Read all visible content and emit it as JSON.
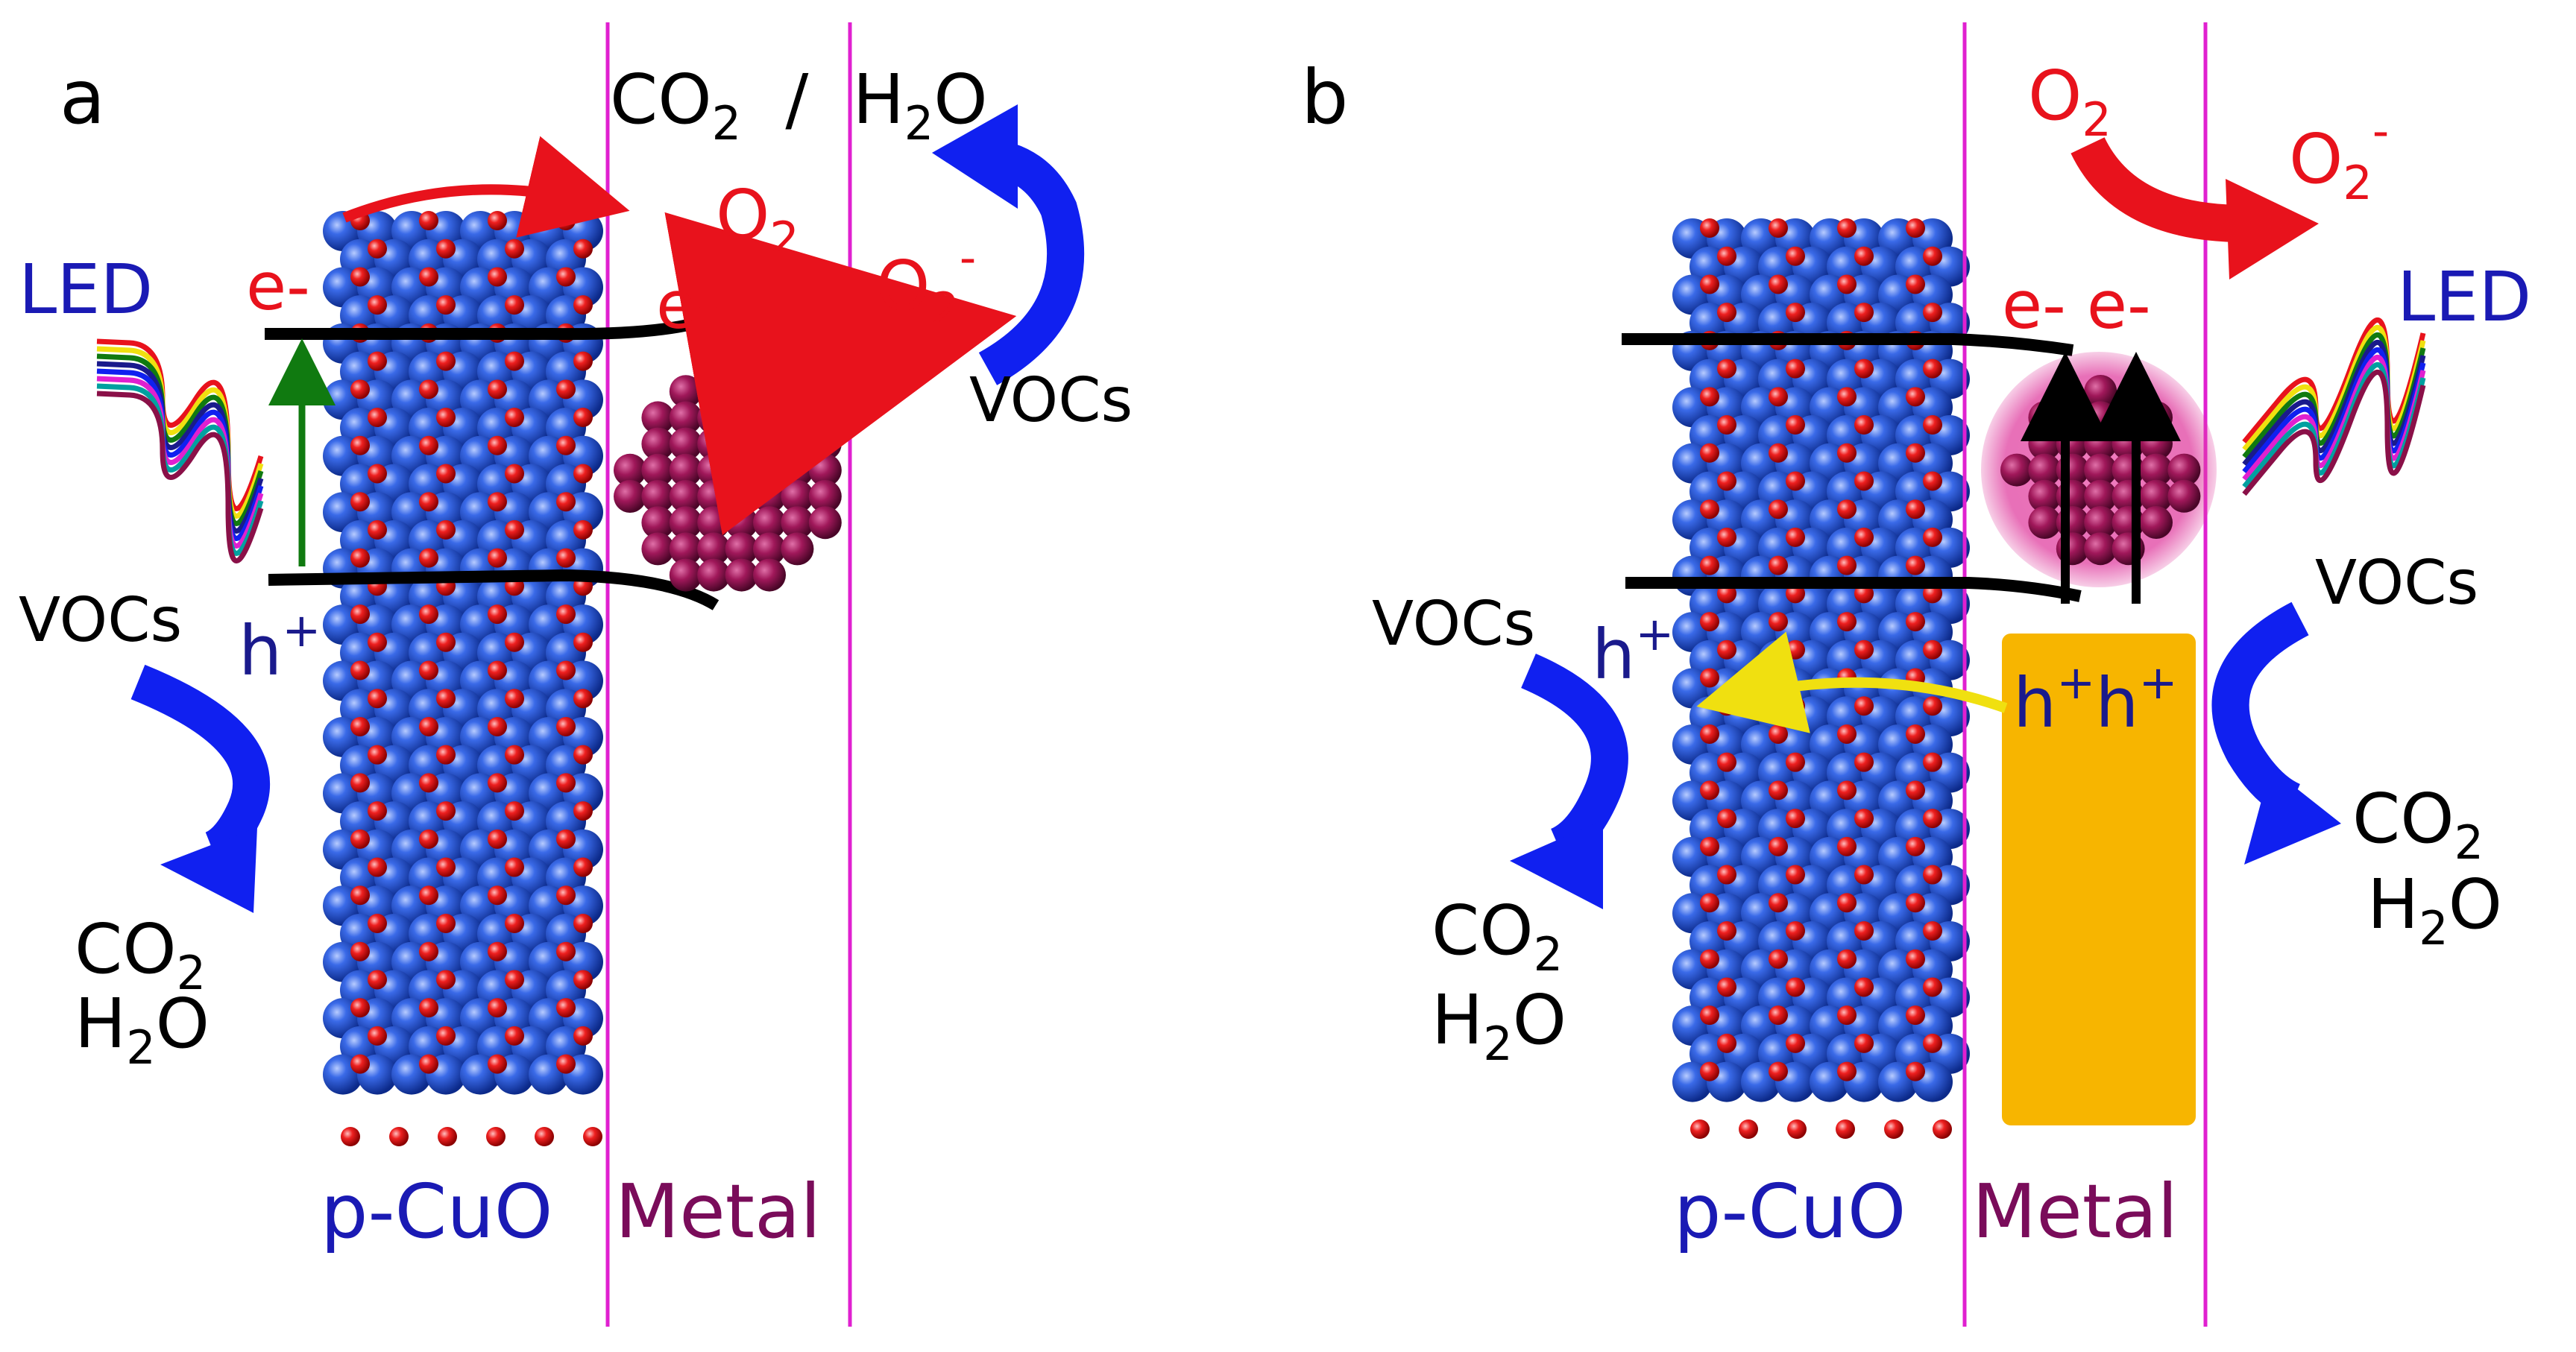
{
  "colors": {
    "cuo_atom": "#2a5bd7",
    "oxygen_atom": "#e01818",
    "metal_atom": "#8a1048",
    "divider": "#e020d0",
    "electron": "#e8121c",
    "hole": "#1a1a8c",
    "blue_arrow": "#1020f0",
    "green_arrow": "#107a10",
    "yellow_arrow": "#f0e010",
    "plasmon": "#e0409a",
    "gold_bar": "#f7b500",
    "label_blue": "#1a1ab4",
    "label_metal": "#7a0c5a"
  },
  "icons": {
    "light_source": "led-wave-icon"
  },
  "panel_a": {
    "letter": "a",
    "led": "LED",
    "top_product": "CO",
    "top_product_sub": "2",
    "top_slash": "/",
    "top_water": "H",
    "top_water_sub": "2",
    "top_water_end": "O",
    "electron_left": "e-",
    "electron_mid": "e-",
    "o2": "O",
    "o2_sub": "2",
    "o2_minus": "O",
    "o2_minus_sub": "2",
    "o2_minus_sup": "-",
    "vocs_right": "VOCs",
    "vocs_left": "VOCs",
    "hole": "h",
    "hole_sup": "+",
    "co2": "CO",
    "co2_sub": "2",
    "h2o": "H",
    "h2o_sub": "2",
    "h2o_end": "O",
    "semiconductor": "p-CuO",
    "metal": "Metal"
  },
  "panel_b": {
    "letter": "b",
    "led": "LED",
    "o2": "O",
    "o2_sub": "2",
    "o2_minus": "O",
    "o2_minus_sub": "2",
    "o2_minus_sup": "-",
    "electrons": "e- e-",
    "vocs_right": "VOCs",
    "vocs_left": "VOCs",
    "hole_left": "h",
    "hole_left_sup": "+",
    "hole_pair_1": "h",
    "hole_pair_1_sup": "+",
    "hole_pair_2": "h",
    "hole_pair_2_sup": "+",
    "co2_right": "CO",
    "co2_right_sub": "2",
    "h2o_right": "H",
    "h2o_right_sub": "2",
    "h2o_right_end": "O",
    "co2_left": "CO",
    "co2_left_sub": "2",
    "h2o_left": "H",
    "h2o_left_sub": "2",
    "h2o_left_end": "O",
    "semiconductor": "p-CuO",
    "metal": "Metal"
  }
}
